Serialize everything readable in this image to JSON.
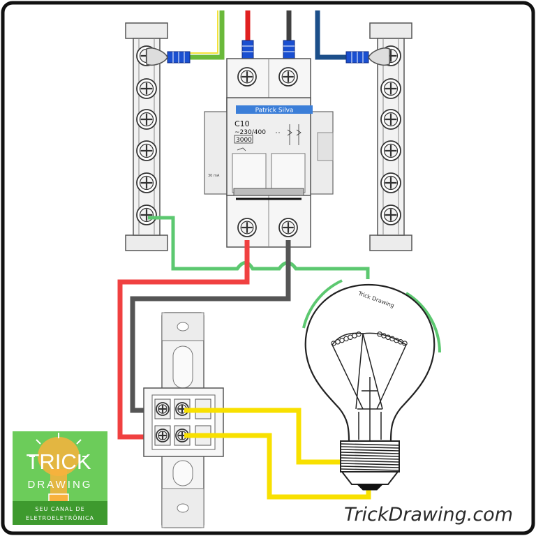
{
  "breaker": {
    "label": "Patrick Silva",
    "rating": "C10",
    "voltage": "~230/400",
    "capacity": "3000"
  },
  "bulb": {
    "label": "Trick Drawing"
  },
  "logo": {
    "line1": "TRICK",
    "line2": "DRAWING",
    "tagline1": "SEU CANAL DE",
    "tagline2": "ELETROELETRÔNICA"
  },
  "footer": {
    "website": "TrickDrawing.com"
  },
  "colors": {
    "phase": "#f04040",
    "neutral": "#555555",
    "ground": "#5cc870",
    "switched": "#f8e000",
    "ferrule": "#1a4fd0",
    "logo_bg": "#6ccc5a",
    "logo_band": "#3e9a2e"
  },
  "icons": {
    "terminal": "screw-terminal-icon",
    "bulb": "light-bulb-icon",
    "logo_bulb": "logo-bulb-icon"
  }
}
